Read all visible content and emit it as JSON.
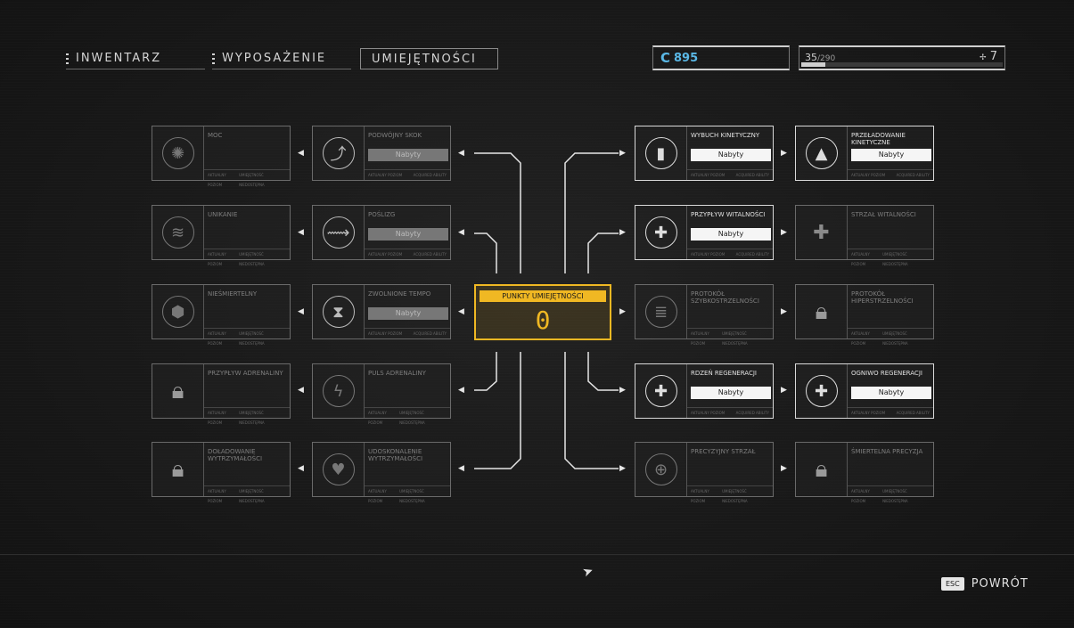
{
  "tabs": [
    {
      "label": "INWENTARZ"
    },
    {
      "label": "WYPOSAŻENIE"
    },
    {
      "label": "UMIEJĘTNOŚCI"
    }
  ],
  "hud": {
    "credits_icon": "credits-icon",
    "credits": "895",
    "xp_current": "35",
    "xp_max": "/290",
    "xp_progress": 0.12,
    "level_icon": "level-icon",
    "level": "7"
  },
  "center": {
    "title": "PUNKTY UMIEJĘTNOŚCI",
    "value": "0"
  },
  "foot": {
    "left": "AKTUALNY POZIOM",
    "acquired": "ACQUIRED ABILITY",
    "unacquired": "UMIEJĘTNOŚĆ NIEDOSTĘPNA"
  },
  "skills": {
    "moc": {
      "name": "MOC",
      "icon": "sun-icon",
      "glyph": "✺"
    },
    "podwojny_skok": {
      "name": "PODWÓJNY SKOK",
      "icon": "jump-icon",
      "glyph": "⤴",
      "badge": "Nabyty"
    },
    "unikanie": {
      "name": "UNIKANIE",
      "icon": "dodge-icon",
      "glyph": "≋"
    },
    "poslizg": {
      "name": "POŚLIZG",
      "icon": "slide-icon",
      "glyph": "⟿",
      "badge": "Nabyty"
    },
    "niesmiertelny": {
      "name": "NIEŚMIERTELNY",
      "icon": "hexagon-icon",
      "glyph": "⬢"
    },
    "zwolnione_tempo": {
      "name": "ZWOLNIONE TEMPO",
      "icon": "hourglass-icon",
      "glyph": "⧗",
      "badge": "Nabyty"
    },
    "przyplyw_adrenaliny": {
      "name": "PRZYPŁYW ADRENALINY",
      "icon": "lock-icon",
      "glyph": "🔒"
    },
    "puls_adrenaliny": {
      "name": "PULS ADRENALINY",
      "icon": "lightning-icon",
      "glyph": "ϟ"
    },
    "doladowanie": {
      "name": "DOŁADOWANIE WYTRZYMAŁOŚCI",
      "icon": "lock-icon",
      "glyph": "🔒"
    },
    "udoskonalenie": {
      "name": "UDOSKONALENIE WYTRZYMAŁOŚCI",
      "icon": "lungs-icon",
      "glyph": "♥"
    },
    "wybuch_kinetyczny": {
      "name": "WYBUCH KINETYCZNY",
      "icon": "bullet-icon",
      "glyph": "▮",
      "badge": "Nabyty"
    },
    "przeladowanie": {
      "name": "PRZEŁADOWANIE KINETYCZNE",
      "icon": "bullet-flame-icon",
      "glyph": "▲",
      "badge": "Nabyty"
    },
    "przyplyw_witalnosci": {
      "name": "PRZYPŁYW WITALNOŚCI",
      "icon": "medical-cross-icon",
      "glyph": "✚",
      "badge": "Nabyty"
    },
    "strzal_witalnosci": {
      "name": "STRZAŁ WITALNOŚCI",
      "icon": "medical-cross-icon",
      "glyph": "✚"
    },
    "protokol_szybko": {
      "name": "PROTOKÓŁ SZYBKOSTRZELNOŚCI",
      "icon": "ammo-icon",
      "glyph": "≣"
    },
    "protokol_hiper": {
      "name": "PROTOKÓŁ HIPERSTRZELNOŚCI",
      "icon": "lock-icon",
      "glyph": "🔒"
    },
    "rdzen_regeneracji": {
      "name": "RDZEŃ REGENERACJI",
      "icon": "medical-cross-icon",
      "glyph": "✚",
      "badge": "Nabyty"
    },
    "ogniwo_regeneracji": {
      "name": "OGNIWO REGENERACJI",
      "icon": "regen-cell-icon",
      "glyph": "✚",
      "badge": "Nabyty"
    },
    "precyzyjny_strzal": {
      "name": "PRECYZYJNY STRZAŁ",
      "icon": "crosshair-icon",
      "glyph": "⊕"
    },
    "smiertelna_precyzja": {
      "name": "ŚMIERTELNA PRECYZJA",
      "icon": "lock-icon",
      "glyph": "🔒"
    }
  },
  "arrow_glyph": "◀",
  "arrow_glyph_right": "▶",
  "cursor_glyph": "➤",
  "back": {
    "key": "ESC",
    "label": "POWRÓT"
  }
}
